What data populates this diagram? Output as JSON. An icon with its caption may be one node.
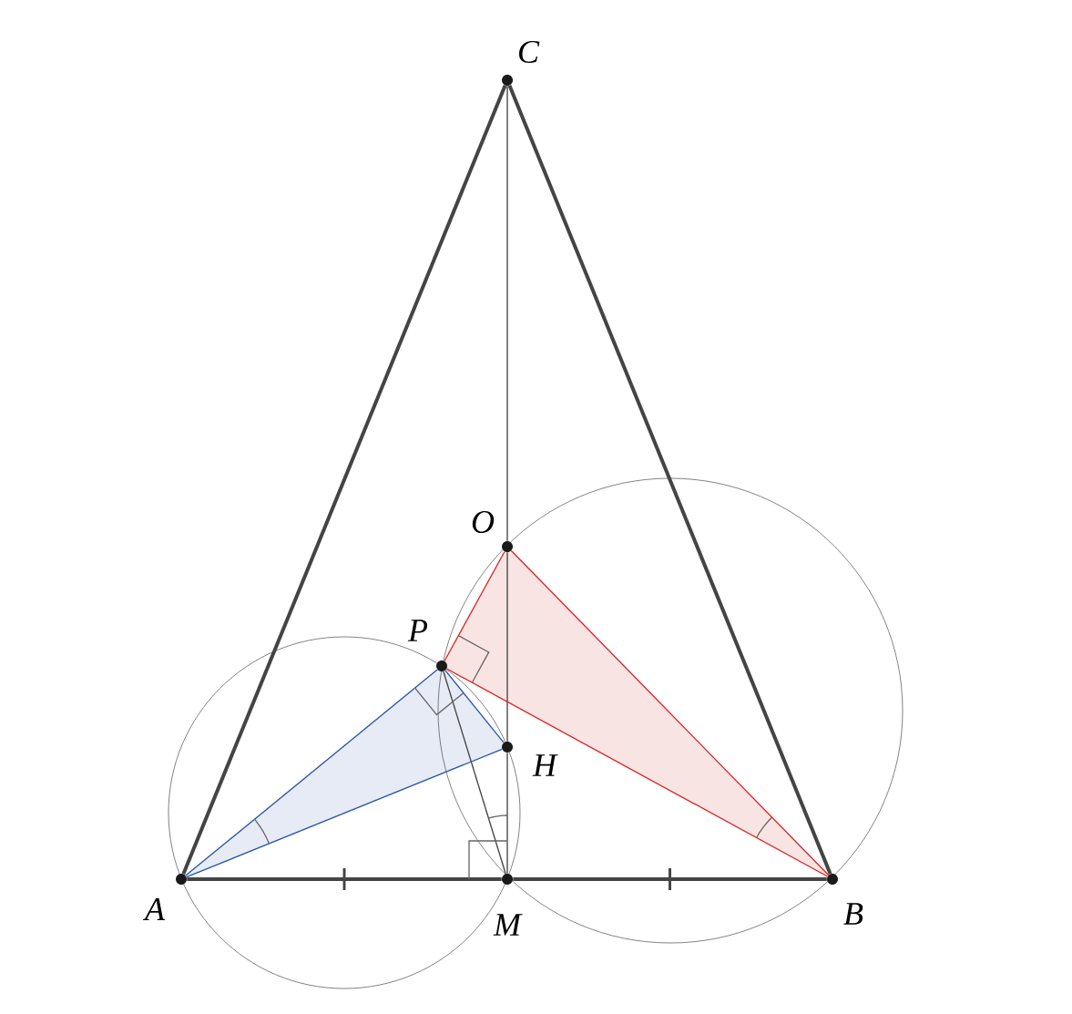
{
  "diagram": {
    "nodes": [
      {
        "text": [
          "A"
        ]
      },
      {
        "text": [
          "B"
        ]
      },
      {
        "text": [
          "C"
        ]
      },
      {
        "text": [
          "M"
        ]
      },
      {
        "text": [
          "O"
        ]
      },
      {
        "text": [
          "H"
        ]
      },
      {
        "text": [
          "P"
        ]
      }
    ],
    "edges": [
      {
        "from": 0,
        "to": 2,
        "arrow": "none",
        "style": "thick"
      },
      {
        "from": 2,
        "to": 1,
        "arrow": "none",
        "style": "thick"
      },
      {
        "from": 0,
        "to": 3,
        "arrow": "none",
        "style": "thick"
      },
      {
        "from": 3,
        "to": 1,
        "arrow": "none",
        "style": "thick"
      },
      {
        "from": 2,
        "to": 4,
        "arrow": "none"
      },
      {
        "from": 4,
        "to": 5,
        "arrow": "none"
      },
      {
        "from": 5,
        "to": 3,
        "arrow": "none"
      },
      {
        "from": 6,
        "to": 3,
        "arrow": "none"
      },
      {
        "from": 0,
        "to": 6,
        "arrow": "none",
        "color": "#2a55a8"
      },
      {
        "from": 6,
        "to": 5,
        "arrow": "none",
        "color": "#2a55a8"
      },
      {
        "from": 5,
        "to": 0,
        "arrow": "none",
        "color": "#2a55a8"
      },
      {
        "from": 4,
        "to": 6,
        "arrow": "none",
        "color": "#dd2222"
      },
      {
        "from": 6,
        "to": 1,
        "arrow": "none",
        "color": "#dd2222"
      },
      {
        "from": 1,
        "to": 4,
        "arrow": "none",
        "color": "#dd2222"
      }
    ]
  }
}
